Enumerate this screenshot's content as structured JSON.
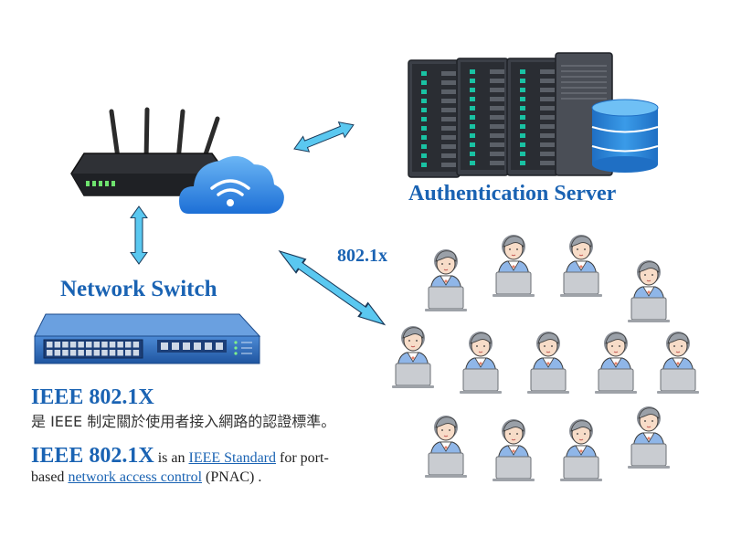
{
  "labels": {
    "switch": "Network Switch",
    "server": "Authentication Server",
    "protocol": "802.1x"
  },
  "text": {
    "heading": "IEEE 802.1X",
    "zh_line": "是 IEEE 制定關於使用者接入網路的認證標準。",
    "en_heading": "IEEE 802.1X",
    "en_is_an": " is an ",
    "en_link1": "IEEE Standard",
    "en_for": " for port-",
    "en_based": "based ",
    "en_link2": "network access control",
    "en_end": " (PNAC) ."
  },
  "colors": {
    "accent": "#1a63b3",
    "arrow": "#5ac8f0",
    "switch_body": "#2f6fbf",
    "server_body": "#3b3f47",
    "server_led": "#19c2a3",
    "db": "#2a86d6",
    "shirt": "#8fb6e8",
    "laptop": "#c9ccd1"
  },
  "icons": [
    "router-icon",
    "wifi-cloud-icon",
    "server-rack-icon",
    "database-icon",
    "network-switch-icon",
    "user-icon",
    "laptop-icon",
    "double-arrow-icon"
  ]
}
